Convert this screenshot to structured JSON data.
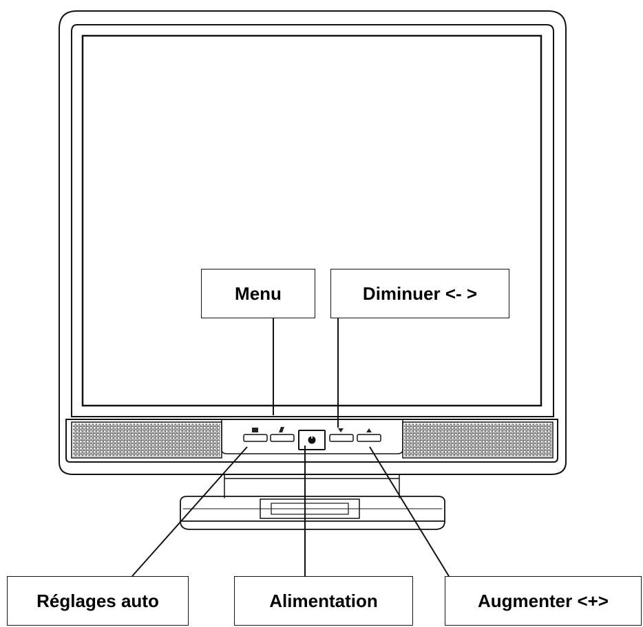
{
  "labels": {
    "menu": "Menu",
    "decrease": "Diminuer <- >",
    "auto_adjust": "Réglages auto",
    "power": "Alimentation",
    "increase": "Augmenter <+>"
  },
  "colors": {
    "line": "#111111",
    "bezel_fill": "#ffffff",
    "speaker_dot": "#555555"
  }
}
